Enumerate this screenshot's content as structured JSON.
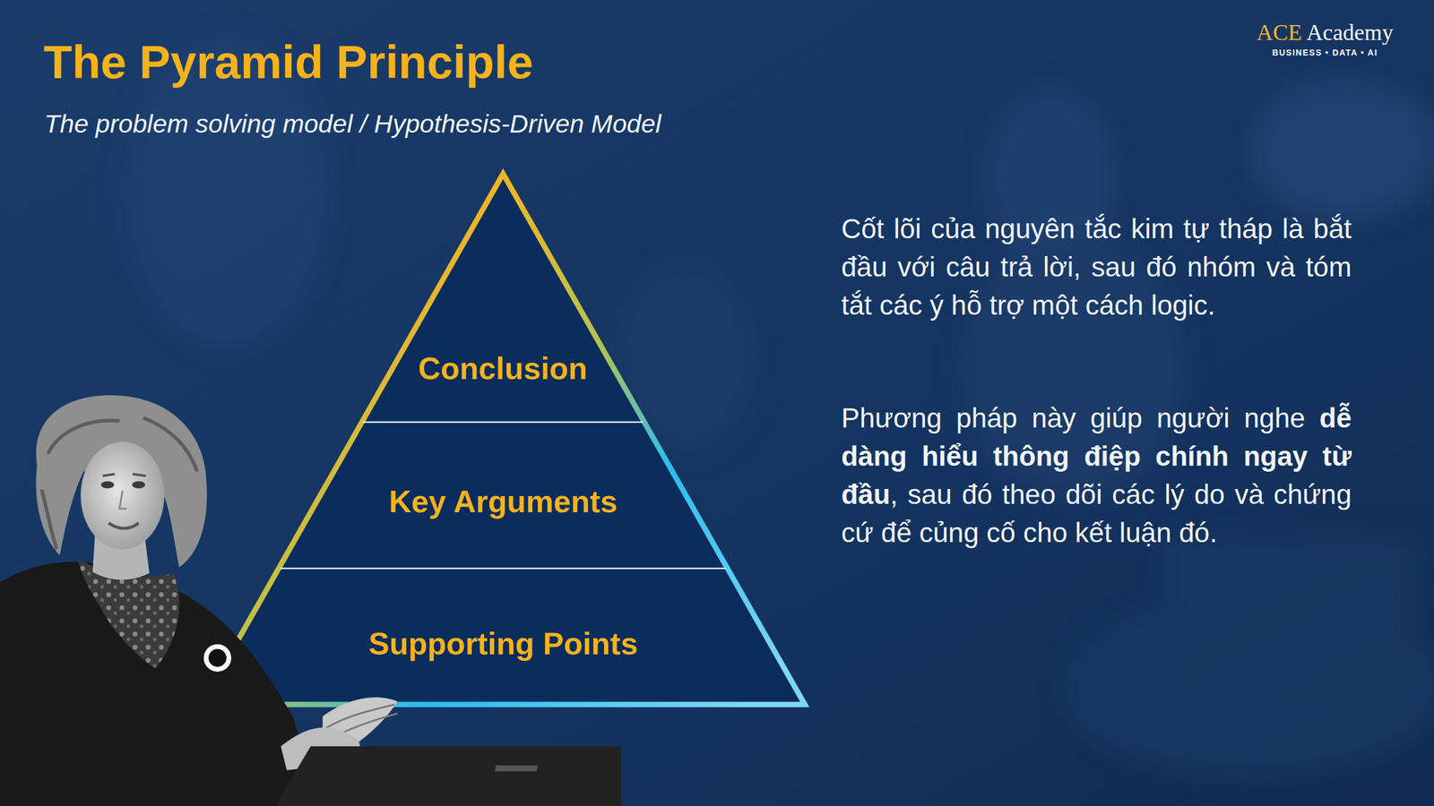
{
  "diagram": {
    "title": "The Pyramid Principle",
    "nodes": [
      {
        "text": [
          "Conclusion"
        ]
      },
      {
        "text": [
          "Key Arguments"
        ]
      },
      {
        "text": [
          "Supporting Points"
        ]
      }
    ],
    "labels": [
      "ACE",
      "Academy",
      "BUSINESS • DATA • AI",
      "The problem solving model / Hypothesis-Driven Model",
      "Cốt lõi của nguyên tắc kim tự tháp là bắt đầu với câu trả lời, sau đó nhóm và tóm tắt các ý hỗ trợ một cách logic.",
      "Phương pháp này giúp người nghe",
      "dễ dàng hiểu thông điệp chính ngay từ đầu",
      ", sau đó theo dõi các lý do và chứng cứ để củng cố cho kết luận đó."
    ]
  }
}
